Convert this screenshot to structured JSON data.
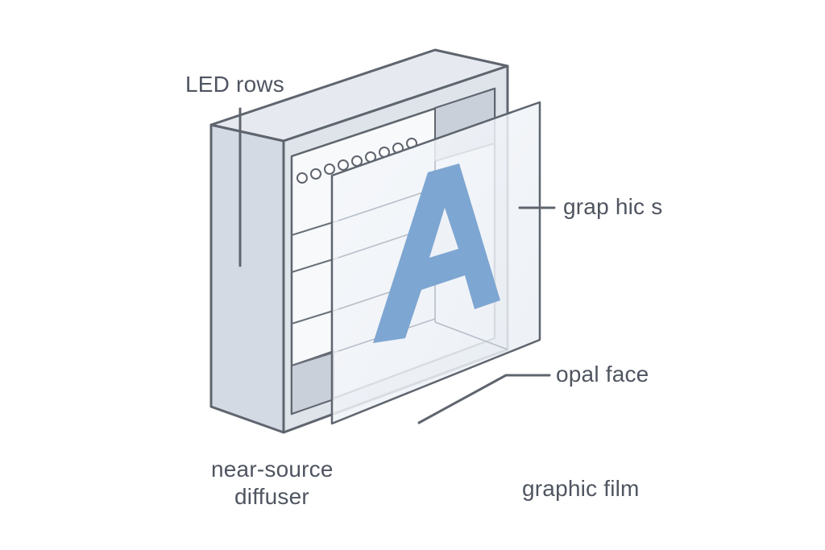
{
  "labels": {
    "led_rows": "LED rows",
    "graphics": "grap hic s",
    "opal_face": "opal face",
    "near_source_line1": "near-source",
    "near_source_line2": "diffuser",
    "graphic_film": "graphic film"
  },
  "letter": "A",
  "colors": {
    "outline": "#5f656e",
    "box_fill": "#dde2ea",
    "panel_fill": "#c9d0da",
    "film_fill": "#f1f4f8",
    "letter_fill": "#7ea6d2",
    "text": "#4f5560"
  }
}
